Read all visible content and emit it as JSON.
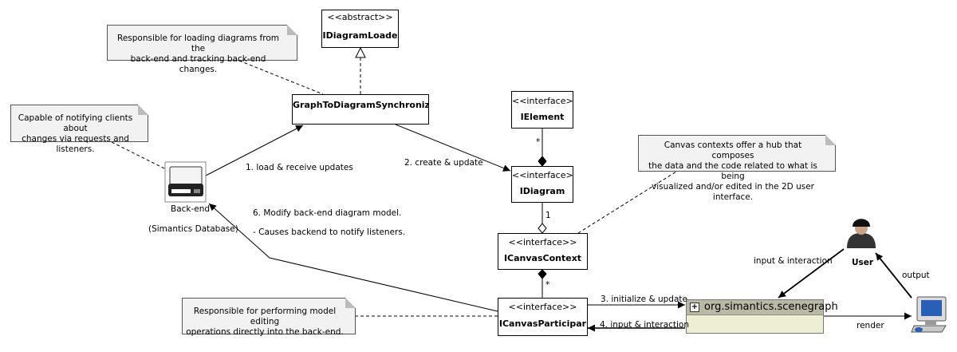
{
  "classes": {
    "diagram_loader": {
      "stereotype": "<<abstract>>",
      "name": "IDiagramLoade"
    },
    "synchronizer": {
      "name": "GraphToDiagramSynchroniz"
    },
    "element": {
      "stereotype": "<<interface>",
      "name": "IElement"
    },
    "diagram": {
      "stereotype": "<<interface>",
      "name": "IDiagram"
    },
    "canvas_context": {
      "stereotype": "<<interface>>",
      "name": "ICanvasContext"
    },
    "canvas_participant": {
      "stereotype": "<<interface>>",
      "name": "ICanvasParticipar"
    }
  },
  "notes": {
    "loading": [
      "Responsible for loading diagrams from the",
      "back-end and tracking back-end changes."
    ],
    "notifying": [
      "Capable of notifying clients about",
      "changes via requests and listeners."
    ],
    "canvas": [
      "Canvas contexts offer a hub that composes",
      "the data and the code related to what is being",
      "visualized and/or edited in the 2D user interface."
    ],
    "editing": [
      "Responsible for performing model editing",
      "operations directly into the back-end."
    ]
  },
  "backend": {
    "label": "Back-end",
    "sublabel": "(Simantics Database)"
  },
  "user": {
    "label": "User"
  },
  "package": {
    "name": "org.simantics.scenegraph",
    "expand": "+"
  },
  "edge_labels": {
    "load": "1. load & receive updates",
    "create": "2. create & update",
    "initialize": "3. initialize & update",
    "input_participant": "4. input & interaction",
    "modify": "6. Modify back-end diagram model.",
    "causes": "-  Causes backend to notify listeners.",
    "input_user": "input & interaction",
    "output": "output",
    "render": "render",
    "mult_element": "*",
    "mult_one": "1",
    "mult_participant": "*"
  }
}
